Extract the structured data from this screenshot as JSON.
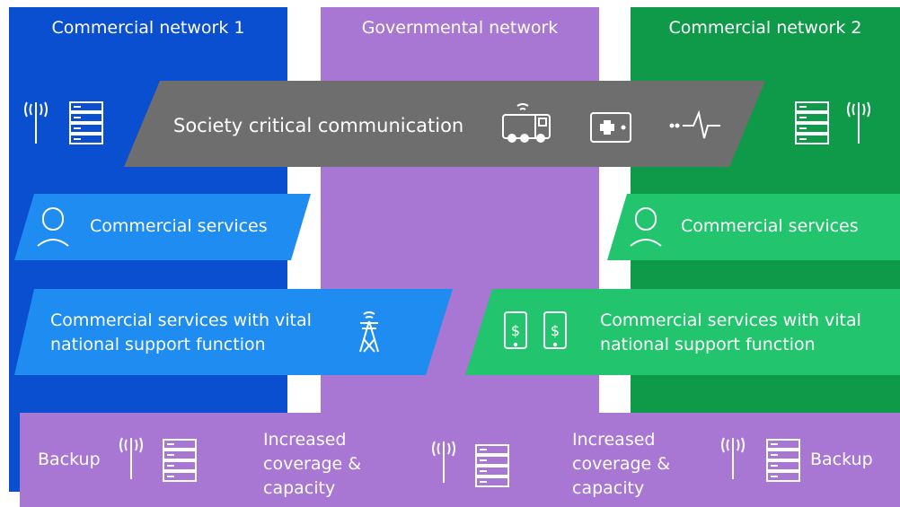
{
  "columns": {
    "left": {
      "title": "Commercial network 1",
      "color": "#0a4fd0"
    },
    "middle": {
      "title": "Governmental network",
      "color": "#a876d3"
    },
    "right": {
      "title": "Commercial network 2",
      "color": "#0e9a49"
    }
  },
  "bands": {
    "critical": {
      "label": "Society critical communication",
      "color": "#6e6e6e"
    },
    "commercial_left": {
      "label": "Commercial services",
      "color": "#1e8cf0"
    },
    "commercial_right": {
      "label": "Commercial services",
      "color": "#23c46e"
    },
    "vital_left": {
      "line1": "Commercial services with vital",
      "line2": "national support function",
      "color": "#1e8cf0"
    },
    "vital_right": {
      "line1": "Commercial services with vital",
      "line2": "national support function",
      "color": "#23c46e"
    },
    "bottom": {
      "color": "#a876d3",
      "backup_left": "Backup",
      "coverage_left": {
        "line1": "Increased",
        "line2": "coverage &",
        "line3": "capacity"
      },
      "coverage_right": {
        "line1": "Increased",
        "line2": "coverage &",
        "line3": "capacity"
      },
      "backup_right": "Backup"
    }
  },
  "icons": [
    "antenna-icon",
    "server-icon",
    "bus-icon",
    "medical-kit-icon",
    "heartbeat-icon",
    "user-icon",
    "power-tower-icon",
    "mobile-payment-icon"
  ]
}
